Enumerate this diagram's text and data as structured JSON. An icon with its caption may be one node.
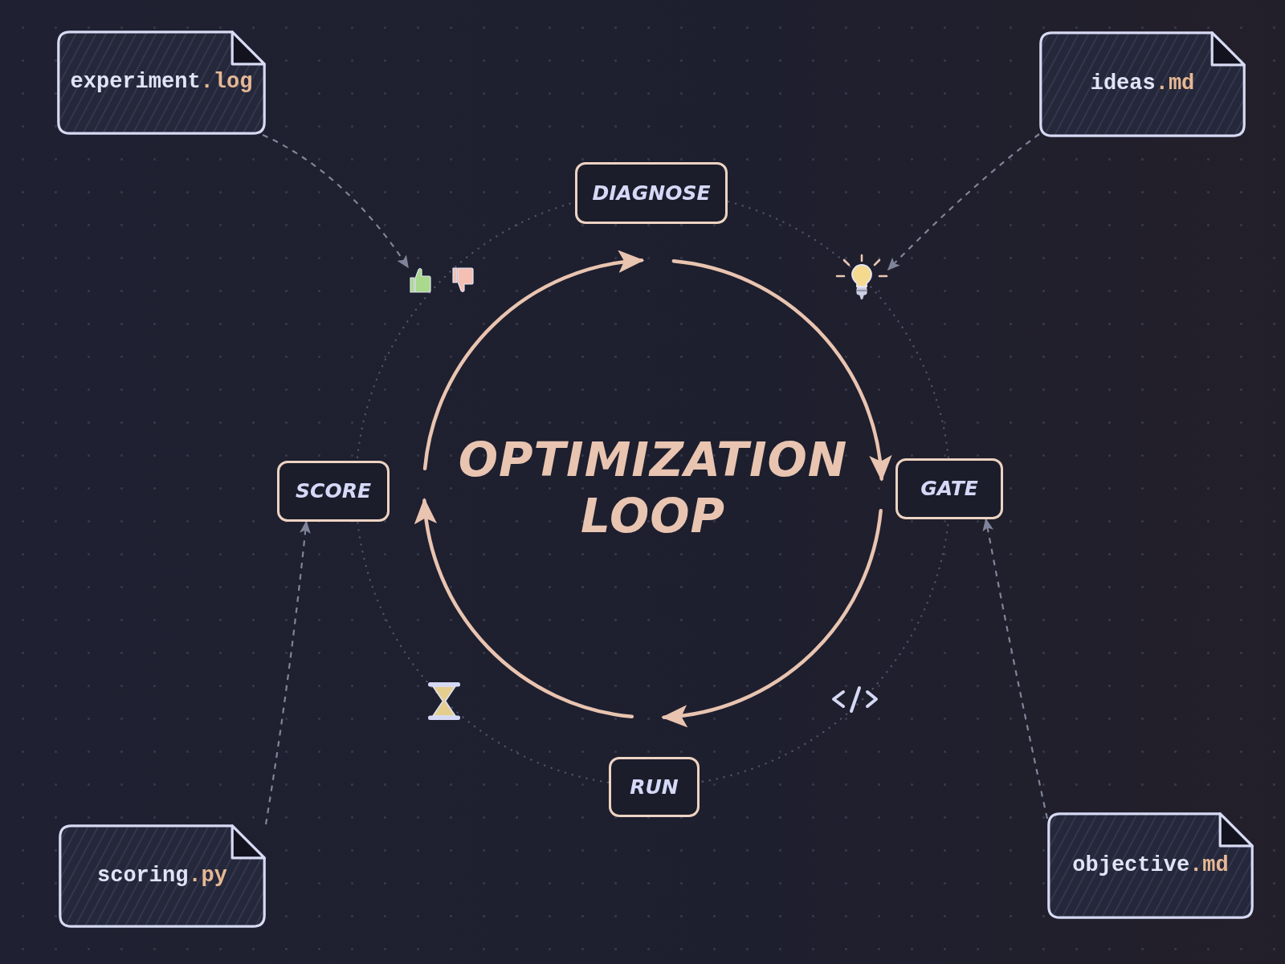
{
  "diagram": {
    "title": "OPTIMIZATION LOOP",
    "nodes": [
      {
        "text": [
          "experiment.log"
        ]
      },
      {
        "text": [
          "ideas.md"
        ]
      },
      {
        "text": [
          "DIAGNOSE"
        ]
      },
      {
        "text": [],
        "shape": "picture"
      },
      {
        "text": [],
        "shape": "picture"
      },
      {
        "text": [
          "SCORE"
        ]
      },
      {
        "text": [
          "GATE"
        ]
      },
      {
        "text": [
          "RUN"
        ]
      },
      {
        "text": [
          "scoring.py"
        ]
      },
      {
        "text": [
          "objective.md"
        ]
      }
    ],
    "edges": [
      {
        "from": 5,
        "to": 2,
        "arrow": "to"
      },
      {
        "from": 2,
        "to": 6,
        "arrow": "to"
      },
      {
        "from": 6,
        "to": 7,
        "arrow": "to"
      },
      {
        "from": 7,
        "to": 5,
        "arrow": "to"
      },
      {
        "from": 0,
        "to": 3,
        "arrow": "to",
        "style": "dashed",
        "color": "#80849a"
      },
      {
        "from": 1,
        "to": 4,
        "arrow": "to",
        "style": "dashed",
        "color": "#80849a"
      },
      {
        "from": 8,
        "to": 5,
        "arrow": "to",
        "style": "dashed",
        "color": "#80849a"
      },
      {
        "from": 9,
        "to": 6,
        "arrow": "to",
        "style": "dashed",
        "color": "#80849a"
      }
    ]
  }
}
